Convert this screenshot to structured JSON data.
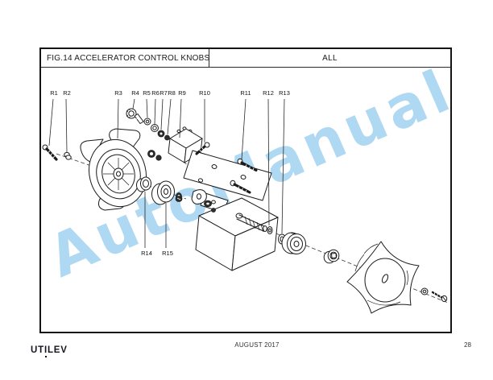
{
  "header": {
    "figure_title": "FIG.14 ACCELERATOR CONTROL KNOBS",
    "applicability": "ALL"
  },
  "watermark": {
    "text": "AutoManual",
    "color": "#AFD9F2"
  },
  "diagram": {
    "labels": [
      {
        "id": "R1"
      },
      {
        "id": "R2"
      },
      {
        "id": "R3"
      },
      {
        "id": "R4"
      },
      {
        "id": "R5"
      },
      {
        "id": "R6"
      },
      {
        "id": "R7"
      },
      {
        "id": "R8"
      },
      {
        "id": "R9"
      },
      {
        "id": "R10"
      },
      {
        "id": "R11"
      },
      {
        "id": "R12"
      },
      {
        "id": "R13"
      },
      {
        "id": "R14"
      },
      {
        "id": "R15"
      }
    ]
  },
  "footer": {
    "logo_part1": "UT",
    "logo_part2": "I",
    "logo_part3": "LEV",
    "date": "AUGUST 2017",
    "page_number": "28"
  }
}
